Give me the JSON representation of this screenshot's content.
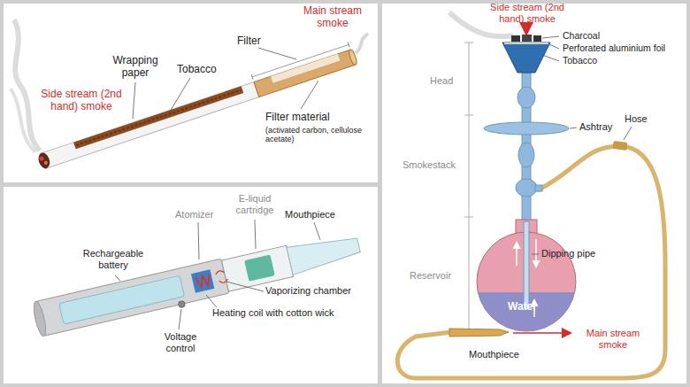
{
  "diagram": {
    "labels": [
      "Main stream smoke",
      "Filter",
      "Wrapping paper",
      "Tobacco",
      "Side stream (2nd hand) smoke",
      "Filter material",
      "(activated carbon, cellulose acetate)",
      "Atomizer",
      "E-liquid cartridge",
      "Mouthpiece",
      "Rechargeable battery",
      "Vaporizing chamber",
      "Heating coil with cotton wick",
      "Voltage control",
      "Side stream (2nd hand) smoke",
      "Charcoal",
      "Perforated aluminium foil",
      "Tobacco",
      "Head",
      "Ashtray",
      "Hose",
      "Smokestack",
      "Dipping pipe",
      "Reservoir",
      "Water",
      "Mouthpiece",
      "Main stream smoke"
    ]
  }
}
